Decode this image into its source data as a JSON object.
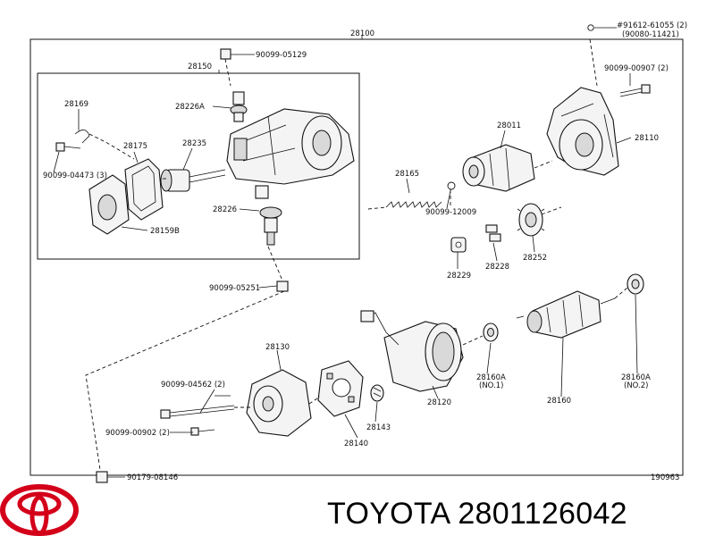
{
  "diagram": {
    "header_note_lines": [
      "#91612-61055 (2)",
      "(90080-11421)"
    ],
    "assembly_number": "28100",
    "figure_code": "190963",
    "labels": {
      "l28150": "28150",
      "l90099_05129": "90099-05129",
      "l28169": "28169",
      "l28226A": "28226A",
      "l28175": "28175",
      "l28235": "28235",
      "l90099_04473": "90099-04473 (3)",
      "l28226": "28226",
      "l28159B": "28159B",
      "l90099_05251": "90099-05251",
      "l28165": "28165",
      "l90099_12009": "90099-12009",
      "l28011": "28011",
      "l90099_00907": "90099-00907 (2)",
      "l28110": "28110",
      "l28228": "28228",
      "l28229": "28229",
      "l28252": "28252",
      "l28130": "28130",
      "l90099_04562": "90099-04562 (2)",
      "l90099_00902": "90099-00902 (2)",
      "l28143": "28143",
      "l28140": "28140",
      "l28120": "28120",
      "l28160": "28160",
      "l28160A_1": "28160A",
      "l28160A_1_note": "(NO.1)",
      "l28160A_2": "28160A",
      "l28160A_2_note": "(NO.2)",
      "l90179_08146": "90179-08146"
    }
  },
  "footer": {
    "brand_text": "TOYOTA 2801126042",
    "logo_icon": "toyota-logo-icon",
    "logo_color": "#d4001a"
  }
}
